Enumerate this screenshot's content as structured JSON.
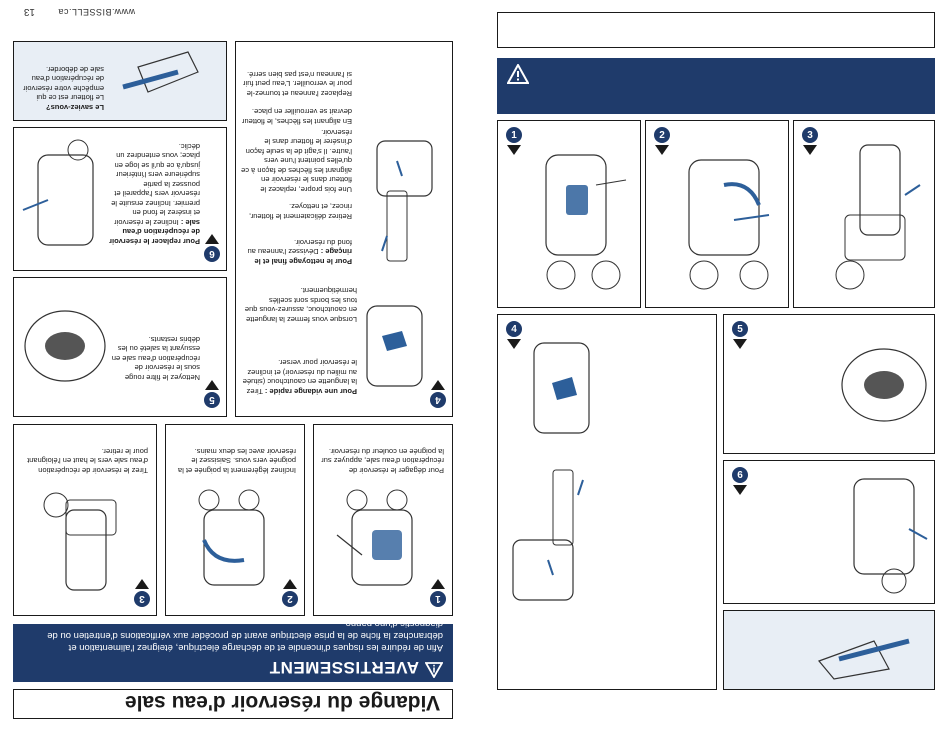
{
  "left_page": {
    "header_url": "www.BISSELL.ca",
    "page_number": "13",
    "title": "Vidange du réservoir d'eau sale",
    "warning": {
      "heading": "AVERTISSEMENT",
      "icon": "warning-triangle-icon",
      "text": "Afin de réduire les risques d'incendie et de décharge électrique, éteignez l'alimentation et débranchez la fiche de la prise électrique avant de procéder aux vérifications d'entretien ou de diagnostic d'une panne."
    },
    "steps": [
      {
        "number": "1",
        "text": "Pour dégager le réservoir de récupération d'eau sale, appuyez sur la poignée en couleur du réservoir."
      },
      {
        "number": "2",
        "text": "Inclinez légèrement la poignée et la poignée vers vous. Saisissez le réservoir avec les deux mains."
      },
      {
        "number": "3",
        "text": "Tirez le réservoir de récupération d'eau sale vers le haut en l'éloignant pour le retirer."
      },
      {
        "number": "4",
        "text_bold_1": "Pour une vidange rapide :",
        "text_1": "Tirez la languette en caoutchouc (située au milieu du réservoir) et inclinez le réservoir pour verser.",
        "text_2": "Lorsque vous fermez la languette en caoutchouc, assurez-vous que tous les bords sont scellés hermétiquement.",
        "text_bold_2": "Pour le nettoyage final et le rinçage :",
        "text_3": "Dévissez l'anneau au fond du réservoir.",
        "text_4": "Retirez délicatement le flotteur, rincez, et nettoyez.",
        "text_5": "Une fois propre, replacez le flotteur dans le réservoir en alignant les flèches de façon à ce qu'elles pointent l'une vers l'autre. Il s'agit de la seule façon d'insérer le flotteur dans le réservoir.",
        "text_6": "En alignant les flèches, le flotteur devrait se verrouiller en place.",
        "text_7": "Replacez l'anneau et tournez-le pour le verrouiller. L'eau peut fuir si l'anneau n'est pas bien serré."
      },
      {
        "number": "5",
        "text": "Nettoyez le filtre rouge sous le réservoir de récupération d'eau sale en essuyant la saleté ou les débris restants."
      },
      {
        "number": "6",
        "text_bold": "Pour replacer le réservoir de récupération d'eau sale :",
        "text": "Inclinez le réservoir et insérez le fond en premier. Inclinez ensuite le réservoir vers l'appareil et poussez la partie supérieure vers l'intérieur jusqu'à ce qu'il se loge en place; vous entendrez un déclic."
      }
    ],
    "tip": {
      "heading": "Le saviez-vous?",
      "text": "Le flotteur est ce qui empêche votre réservoir de récupération d'eau sale de déborder."
    }
  },
  "right_page": {
    "steps": [
      "1",
      "2",
      "3",
      "4",
      "5",
      "6"
    ]
  },
  "colors": {
    "navy": "#1f3b6b",
    "accent_blue": "#2d5f9a",
    "tip_bg": "#e8eef5"
  }
}
